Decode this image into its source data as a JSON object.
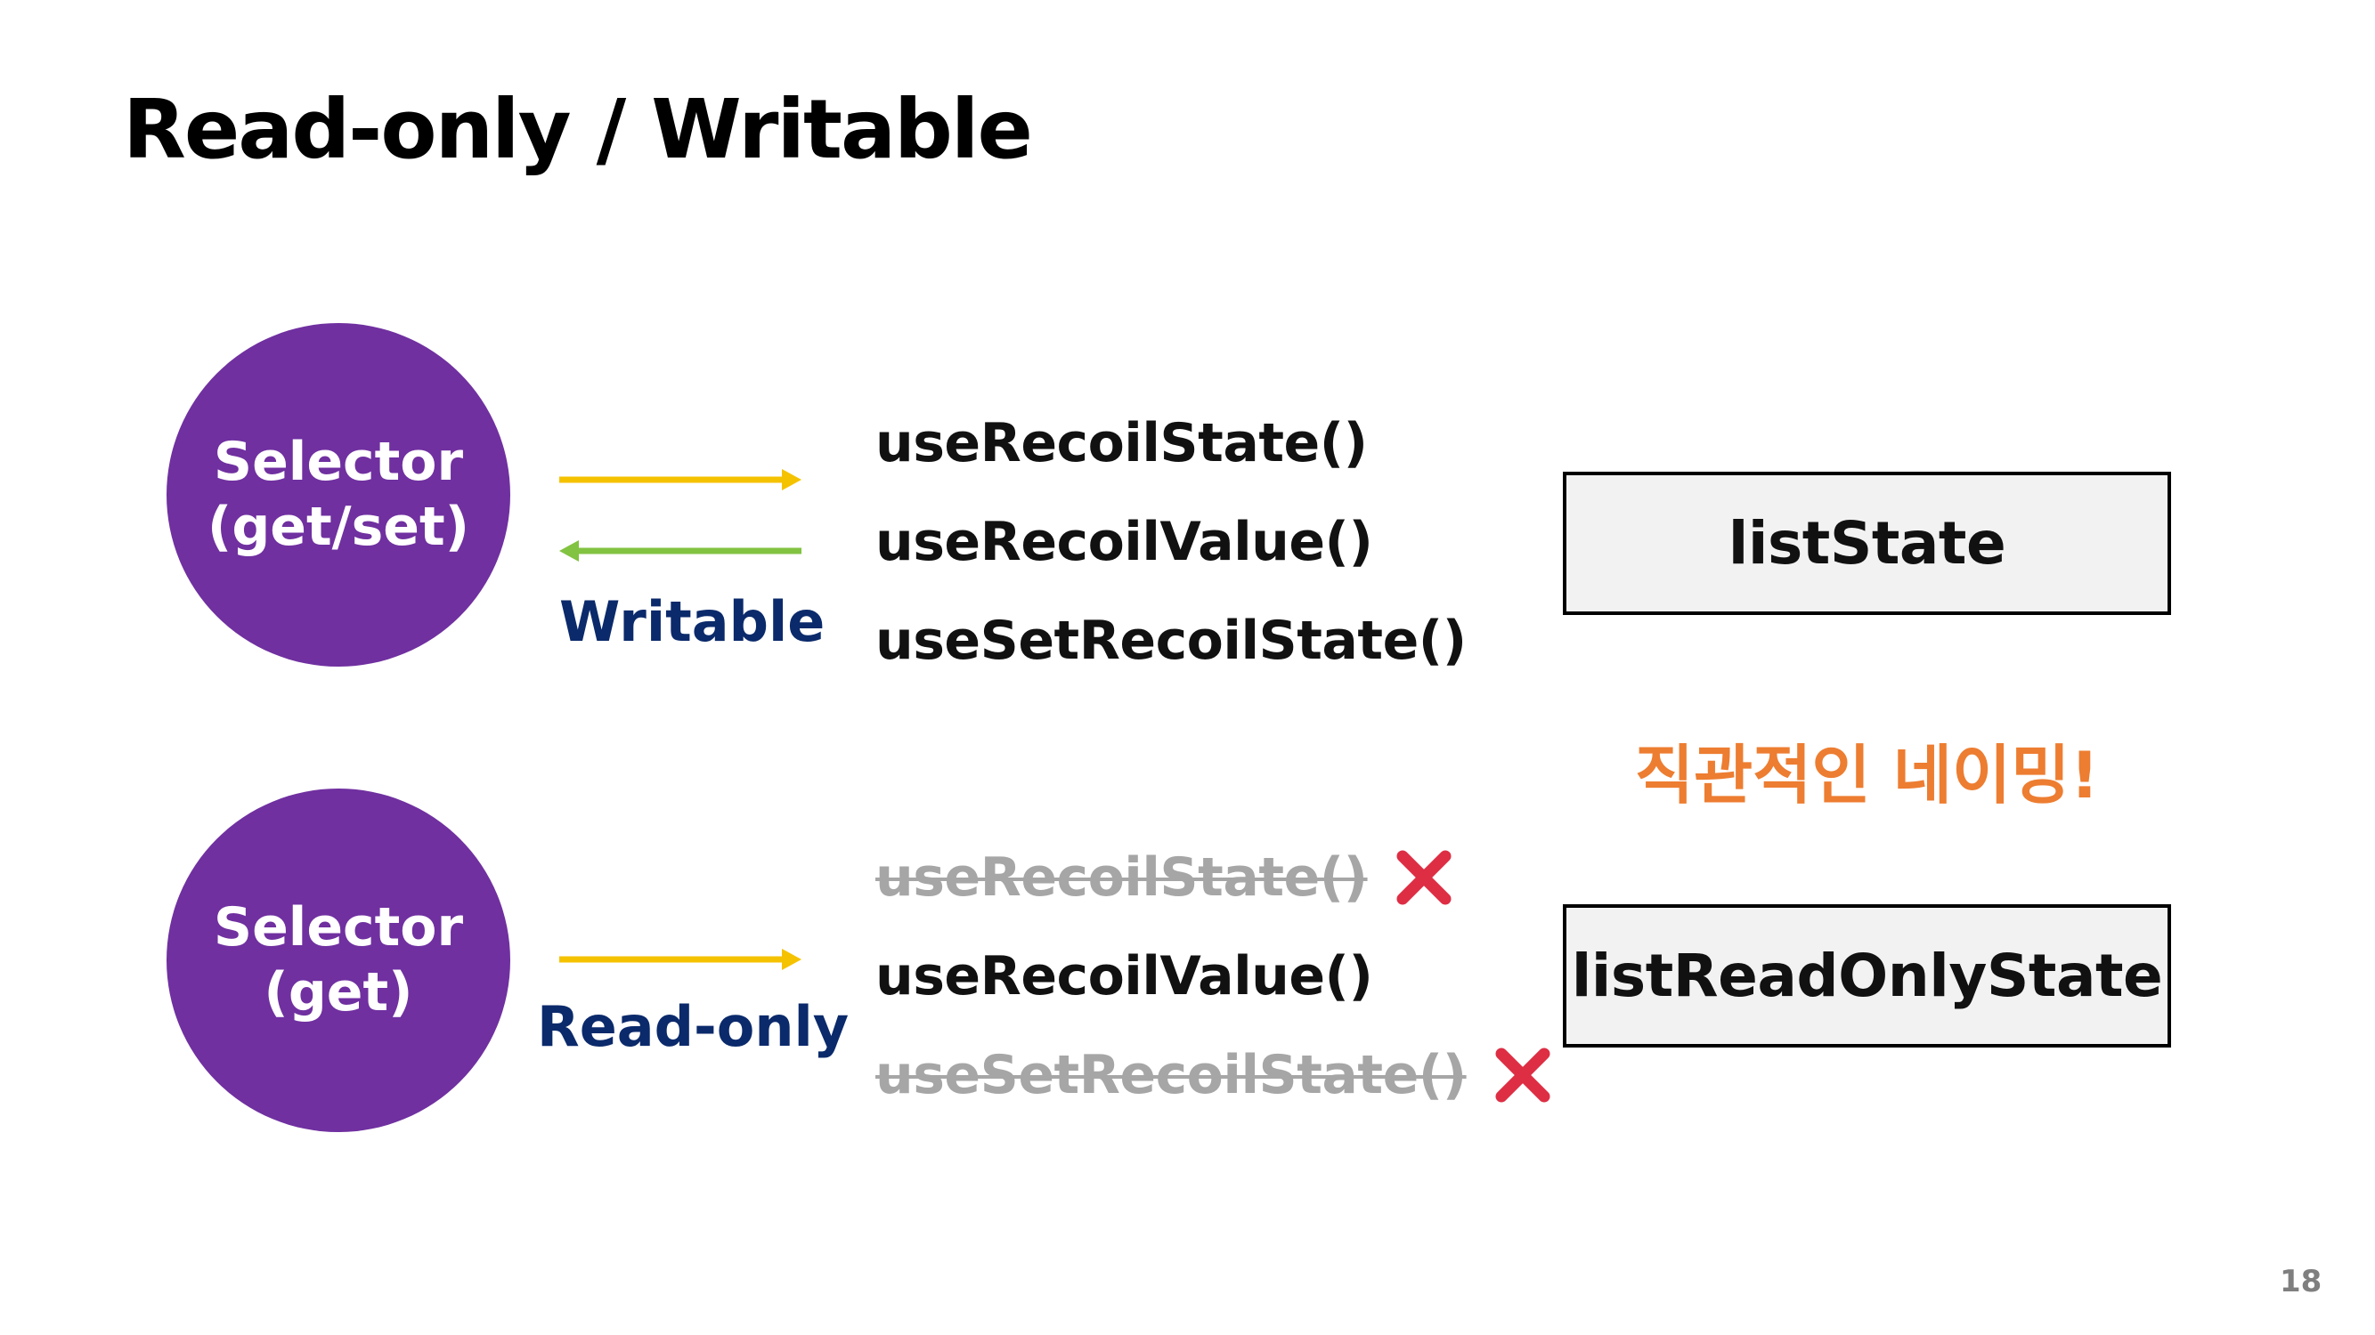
{
  "slide": {
    "title": "Read-only / Writable",
    "page_number": "18"
  },
  "writable_group": {
    "circle_line1": "Selector",
    "circle_line2": "(get/set)",
    "mode_label": "Writable",
    "hooks": [
      {
        "text": "useRecoilState()",
        "available": true
      },
      {
        "text": "useRecoilValue()",
        "available": true
      },
      {
        "text": "useSetRecoilState()",
        "available": true
      }
    ],
    "state_name": "listState"
  },
  "readonly_group": {
    "circle_line1": "Selector",
    "circle_line2": "(get)",
    "mode_label": "Read-only",
    "hooks": [
      {
        "text": "useRecoilState()",
        "available": false
      },
      {
        "text": "useRecoilValue()",
        "available": true
      },
      {
        "text": "useSetRecoilState()",
        "available": false
      }
    ],
    "state_name": "listReadOnlyState"
  },
  "naming_note": "직관적인 네이밍!",
  "colors": {
    "circle": "#7030a0",
    "arrow_forward": "#f5c200",
    "arrow_back": "#82c341",
    "mode_label": "#0b2a6b",
    "struck_text": "#a6a6a6",
    "naming_note": "#ed7d31",
    "x_mark": "#dd2e44",
    "state_box_fill": "#f2f2f2"
  },
  "icons": {
    "unavailable": "cross-mark-icon"
  }
}
